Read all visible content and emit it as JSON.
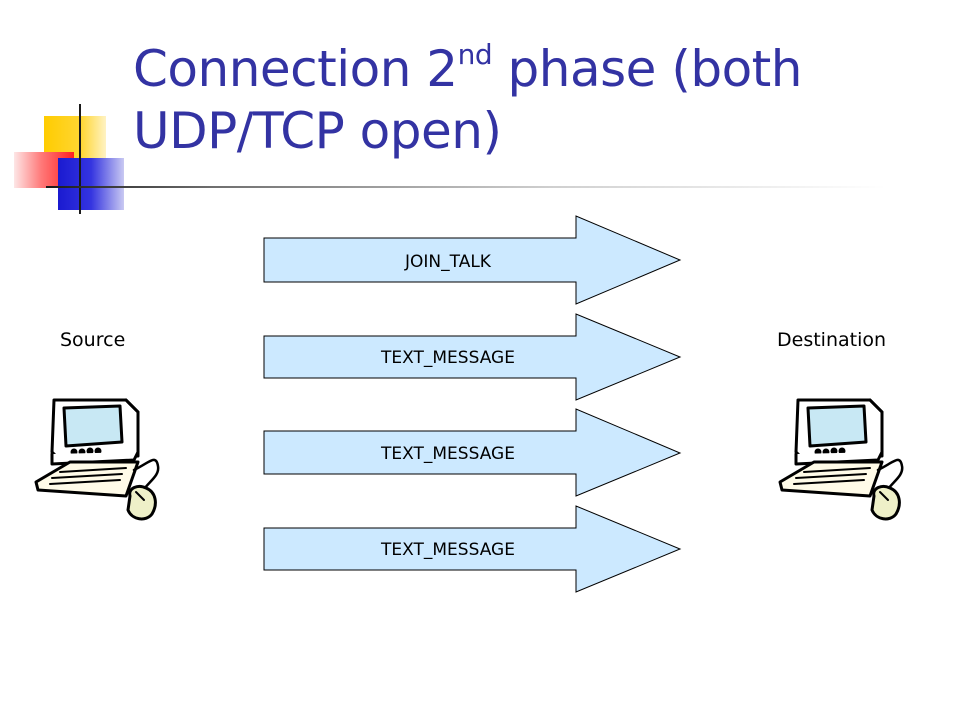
{
  "slide": {
    "title_prefix": "Connection 2",
    "title_sup": "nd",
    "title_suffix": " phase (both UDP/TCP open)"
  },
  "endpoints": {
    "source": "Source",
    "destination": "Destination"
  },
  "messages": [
    {
      "label": "JOIN_TALK"
    },
    {
      "label": "TEXT_MESSAGE"
    },
    {
      "label": "TEXT_MESSAGE"
    },
    {
      "label": "TEXT_MESSAGE"
    }
  ],
  "colors": {
    "title": "#3333a3",
    "arrow_fill": "#cce9ff",
    "arrow_stroke": "#000000"
  },
  "icons": {
    "source": "computer-icon",
    "destination": "computer-icon"
  }
}
